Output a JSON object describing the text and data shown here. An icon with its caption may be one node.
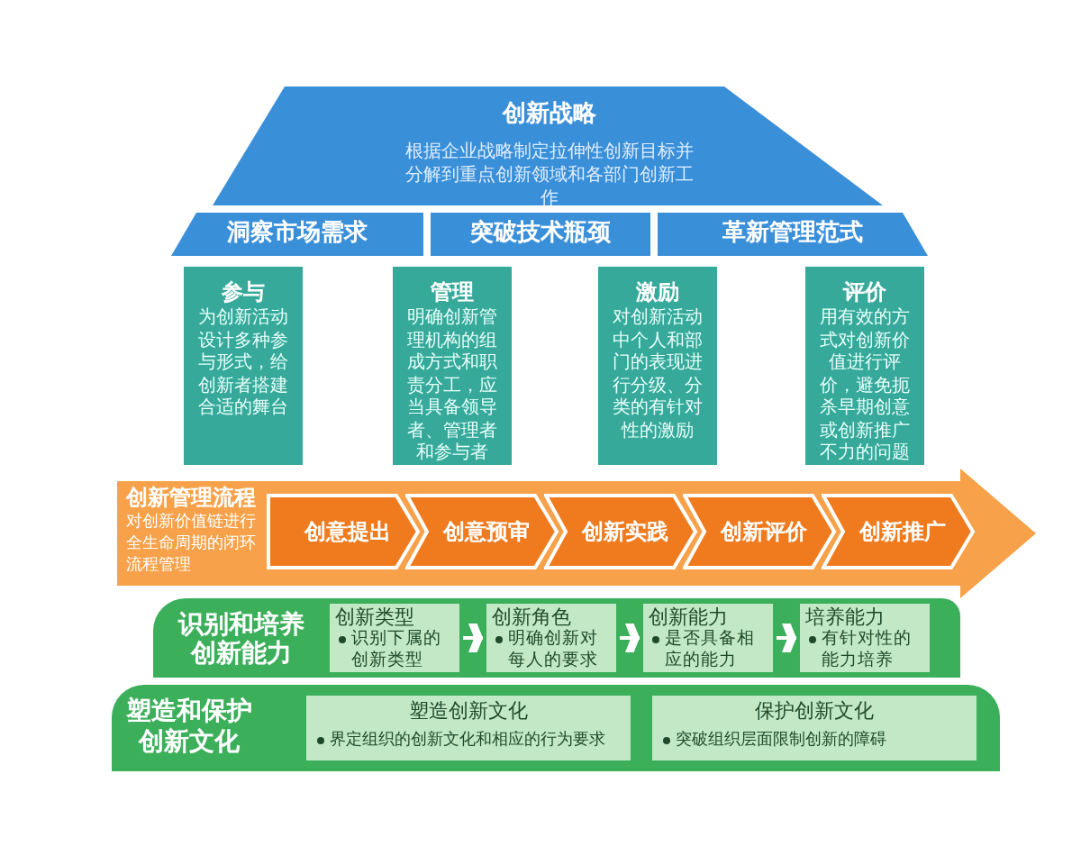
{
  "diagram": {
    "nodes": [
      {
        "text": [
          "创新战略",
          "根据企业战略制定拉伸性创新目标并分解到重点创新领域和各部门创新工作"
        ]
      },
      {
        "text": [
          "洞察市场需求"
        ]
      },
      {
        "text": [
          "突破技术瓶颈"
        ]
      },
      {
        "text": [
          "革新管理范式"
        ]
      },
      {
        "text": [
          "参与",
          "为创新活动设计多种参与形式，给创新者搭建合适的舞台"
        ]
      },
      {
        "text": [
          "管理",
          "明确创新管理机构的组成方式和职责分工，应当具备领导者、管理者和参与者"
        ]
      },
      {
        "text": [
          "激励",
          "对创新活动中个人和部门的表现进行分级、分类的有针对性的激励"
        ]
      },
      {
        "text": [
          "评价",
          "用有效的方式对创新价值进行评价，避免扼杀早期创意或创新推广不力的问题"
        ]
      },
      {
        "text": [
          "创新管理流程",
          "对创新价值链进行全生命周期的闭环流程管理"
        ]
      },
      {
        "text": [
          "创意提出"
        ],
        "in": 8
      },
      {
        "text": [
          "创意预审"
        ],
        "in": 8
      },
      {
        "text": [
          "创新实践"
        ],
        "in": 8
      },
      {
        "text": [
          "创新评价"
        ],
        "in": 8
      },
      {
        "text": [
          "创新推广"
        ],
        "in": 8
      },
      {
        "text": [
          "识别和培养创新能力"
        ]
      },
      {
        "text": [
          "创新类型",
          "识别下属的创新类型"
        ],
        "in": 14
      },
      {
        "text": [
          "创新角色",
          "明确创新对每人的要求"
        ],
        "in": 14
      },
      {
        "text": [
          "创新能力",
          "是否具备相应的能力"
        ],
        "in": 14
      },
      {
        "text": [
          "培养能力",
          "有针对性的能力培养"
        ],
        "in": 14
      },
      {
        "text": [
          "塑造和保护创新文化"
        ]
      },
      {
        "text": [
          "塑造创新文化",
          "界定组织的创新文化和相应的行为要求"
        ],
        "in": 19
      },
      {
        "text": [
          "保护创新文化",
          "突破组织层面限制创新的障碍"
        ],
        "in": 19
      }
    ],
    "edges": [
      {
        "from": 15,
        "to": 16,
        "arrow": "to"
      },
      {
        "from": 16,
        "to": 17,
        "arrow": "to"
      },
      {
        "from": 17,
        "to": 18,
        "arrow": "to"
      }
    ]
  }
}
